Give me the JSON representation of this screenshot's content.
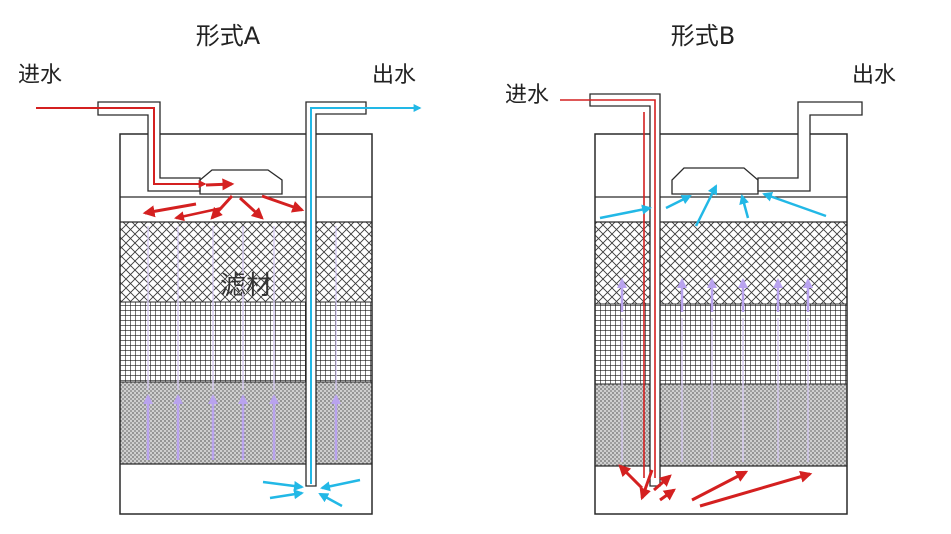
{
  "colors": {
    "inflow_red": "#d42020",
    "outflow_cyan": "#22b8e6",
    "upflow_violet": "#b9a3ee",
    "outline": "#2a2a2a"
  },
  "panel_a": {
    "title": "形式A",
    "inlet_label": "进水",
    "outlet_label": "出水",
    "media_label": "滤材"
  },
  "panel_b": {
    "title": "形式B",
    "inlet_label": "进水",
    "outlet_label": "出水"
  }
}
